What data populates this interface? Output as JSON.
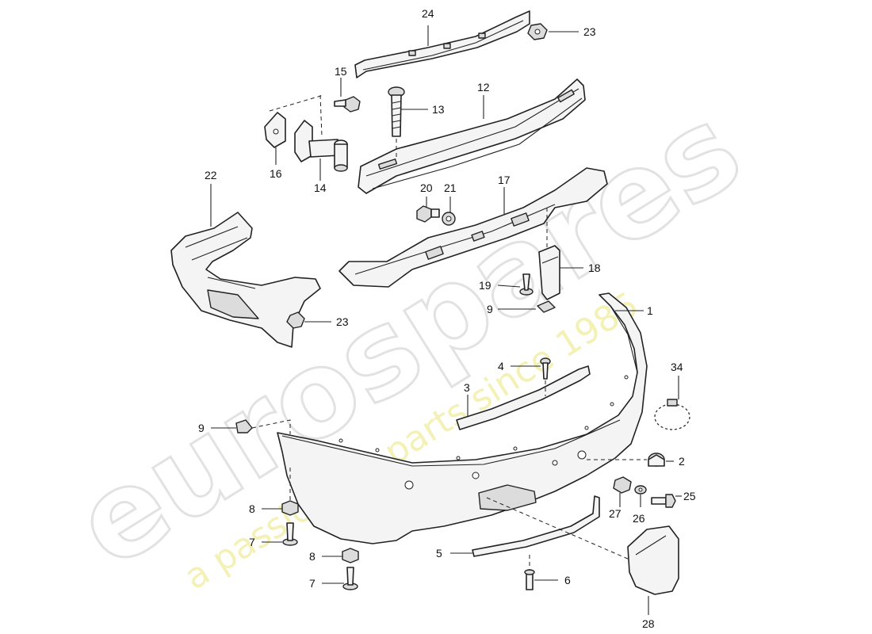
{
  "watermark": {
    "brand": "eurospares",
    "tagline": "a passion for parts since 1985",
    "brand_color": "#e2e2e2",
    "tagline_color": "#f3f1b6"
  },
  "callouts": {
    "p1": "1",
    "p2": "2",
    "p3": "3",
    "p4": "4",
    "p5": "5",
    "p6": "6",
    "p7a": "7",
    "p7b": "7",
    "p8a": "8",
    "p8b": "8",
    "p9a": "9",
    "p9b": "9",
    "p12": "12",
    "p13": "13",
    "p14": "14",
    "p15": "15",
    "p16": "16",
    "p17": "17",
    "p18": "18",
    "p19": "19",
    "p20": "20",
    "p21": "21",
    "p22": "22",
    "p23a": "23",
    "p23b": "23",
    "p24": "24",
    "p25": "25",
    "p26": "26",
    "p27": "27",
    "p28": "28",
    "p34": "34"
  }
}
